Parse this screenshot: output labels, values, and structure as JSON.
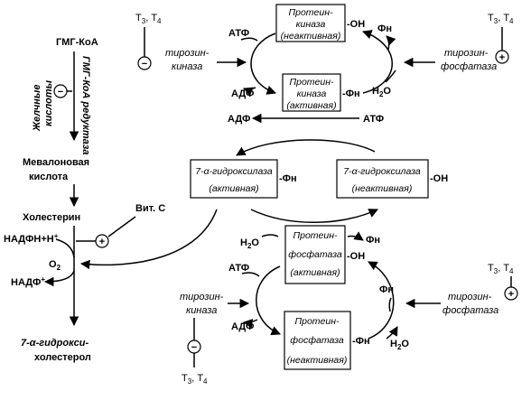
{
  "labels": {
    "gmg_koa": "ГМГ-КоА",
    "gmg_reductase": "ГМГ-КоА редуктаза",
    "bile_line1": "Желчные",
    "bile_line2": "кислоты",
    "mevalon_line1": "Мевалоновая",
    "mevalon_line2": "кислота",
    "cholesterol": "Холестерин",
    "nadph": "НАДФН+Н",
    "nadph_sup": "+",
    "nadp": "НАДФ",
    "nadp_sup": "+",
    "o2": "O",
    "o2_sub": "2",
    "vit_c": "Вит. С",
    "oh_chol_line1": "7-α-гидрокси-",
    "oh_chol_line2": "холестерол",
    "atf": "АТФ",
    "adf": "АДФ",
    "fn": "Фн",
    "oh": "-ОН",
    "fn_dash": "-Фн",
    "t3": "Т",
    "t3_sub": "3",
    "t4": "Т",
    "t4_sub": "4",
    "comma": ", ",
    "h2o_h": "Н",
    "h2o_sub": "2",
    "h2o_o": "О",
    "tyrosine_kinase_line1": "тирозин-",
    "tyrosine_kinase_line2": "киназа",
    "tyrosine_phosphatase_line1": "тирозин-",
    "tyrosine_phosphatase_line2": "фосфатаза",
    "minus": "−",
    "plus": "+"
  },
  "boxes": {
    "pk_inactive": [
      "Протеин-",
      "киназа",
      "(неактивная)"
    ],
    "pk_active": [
      "Протеин-",
      "киназа",
      "(активная)"
    ],
    "hydroxylase_active": [
      "7-α-гидроксилаза",
      "(активная)"
    ],
    "hydroxylase_inactive": [
      "7-α-гидроксилаза",
      "(неактивная)"
    ],
    "pp_active": [
      "Протеин-",
      "фосфатаза",
      "(активная)"
    ],
    "pp_inactive": [
      "Протеин-",
      "фосфатаза",
      "(неактивная)"
    ]
  }
}
